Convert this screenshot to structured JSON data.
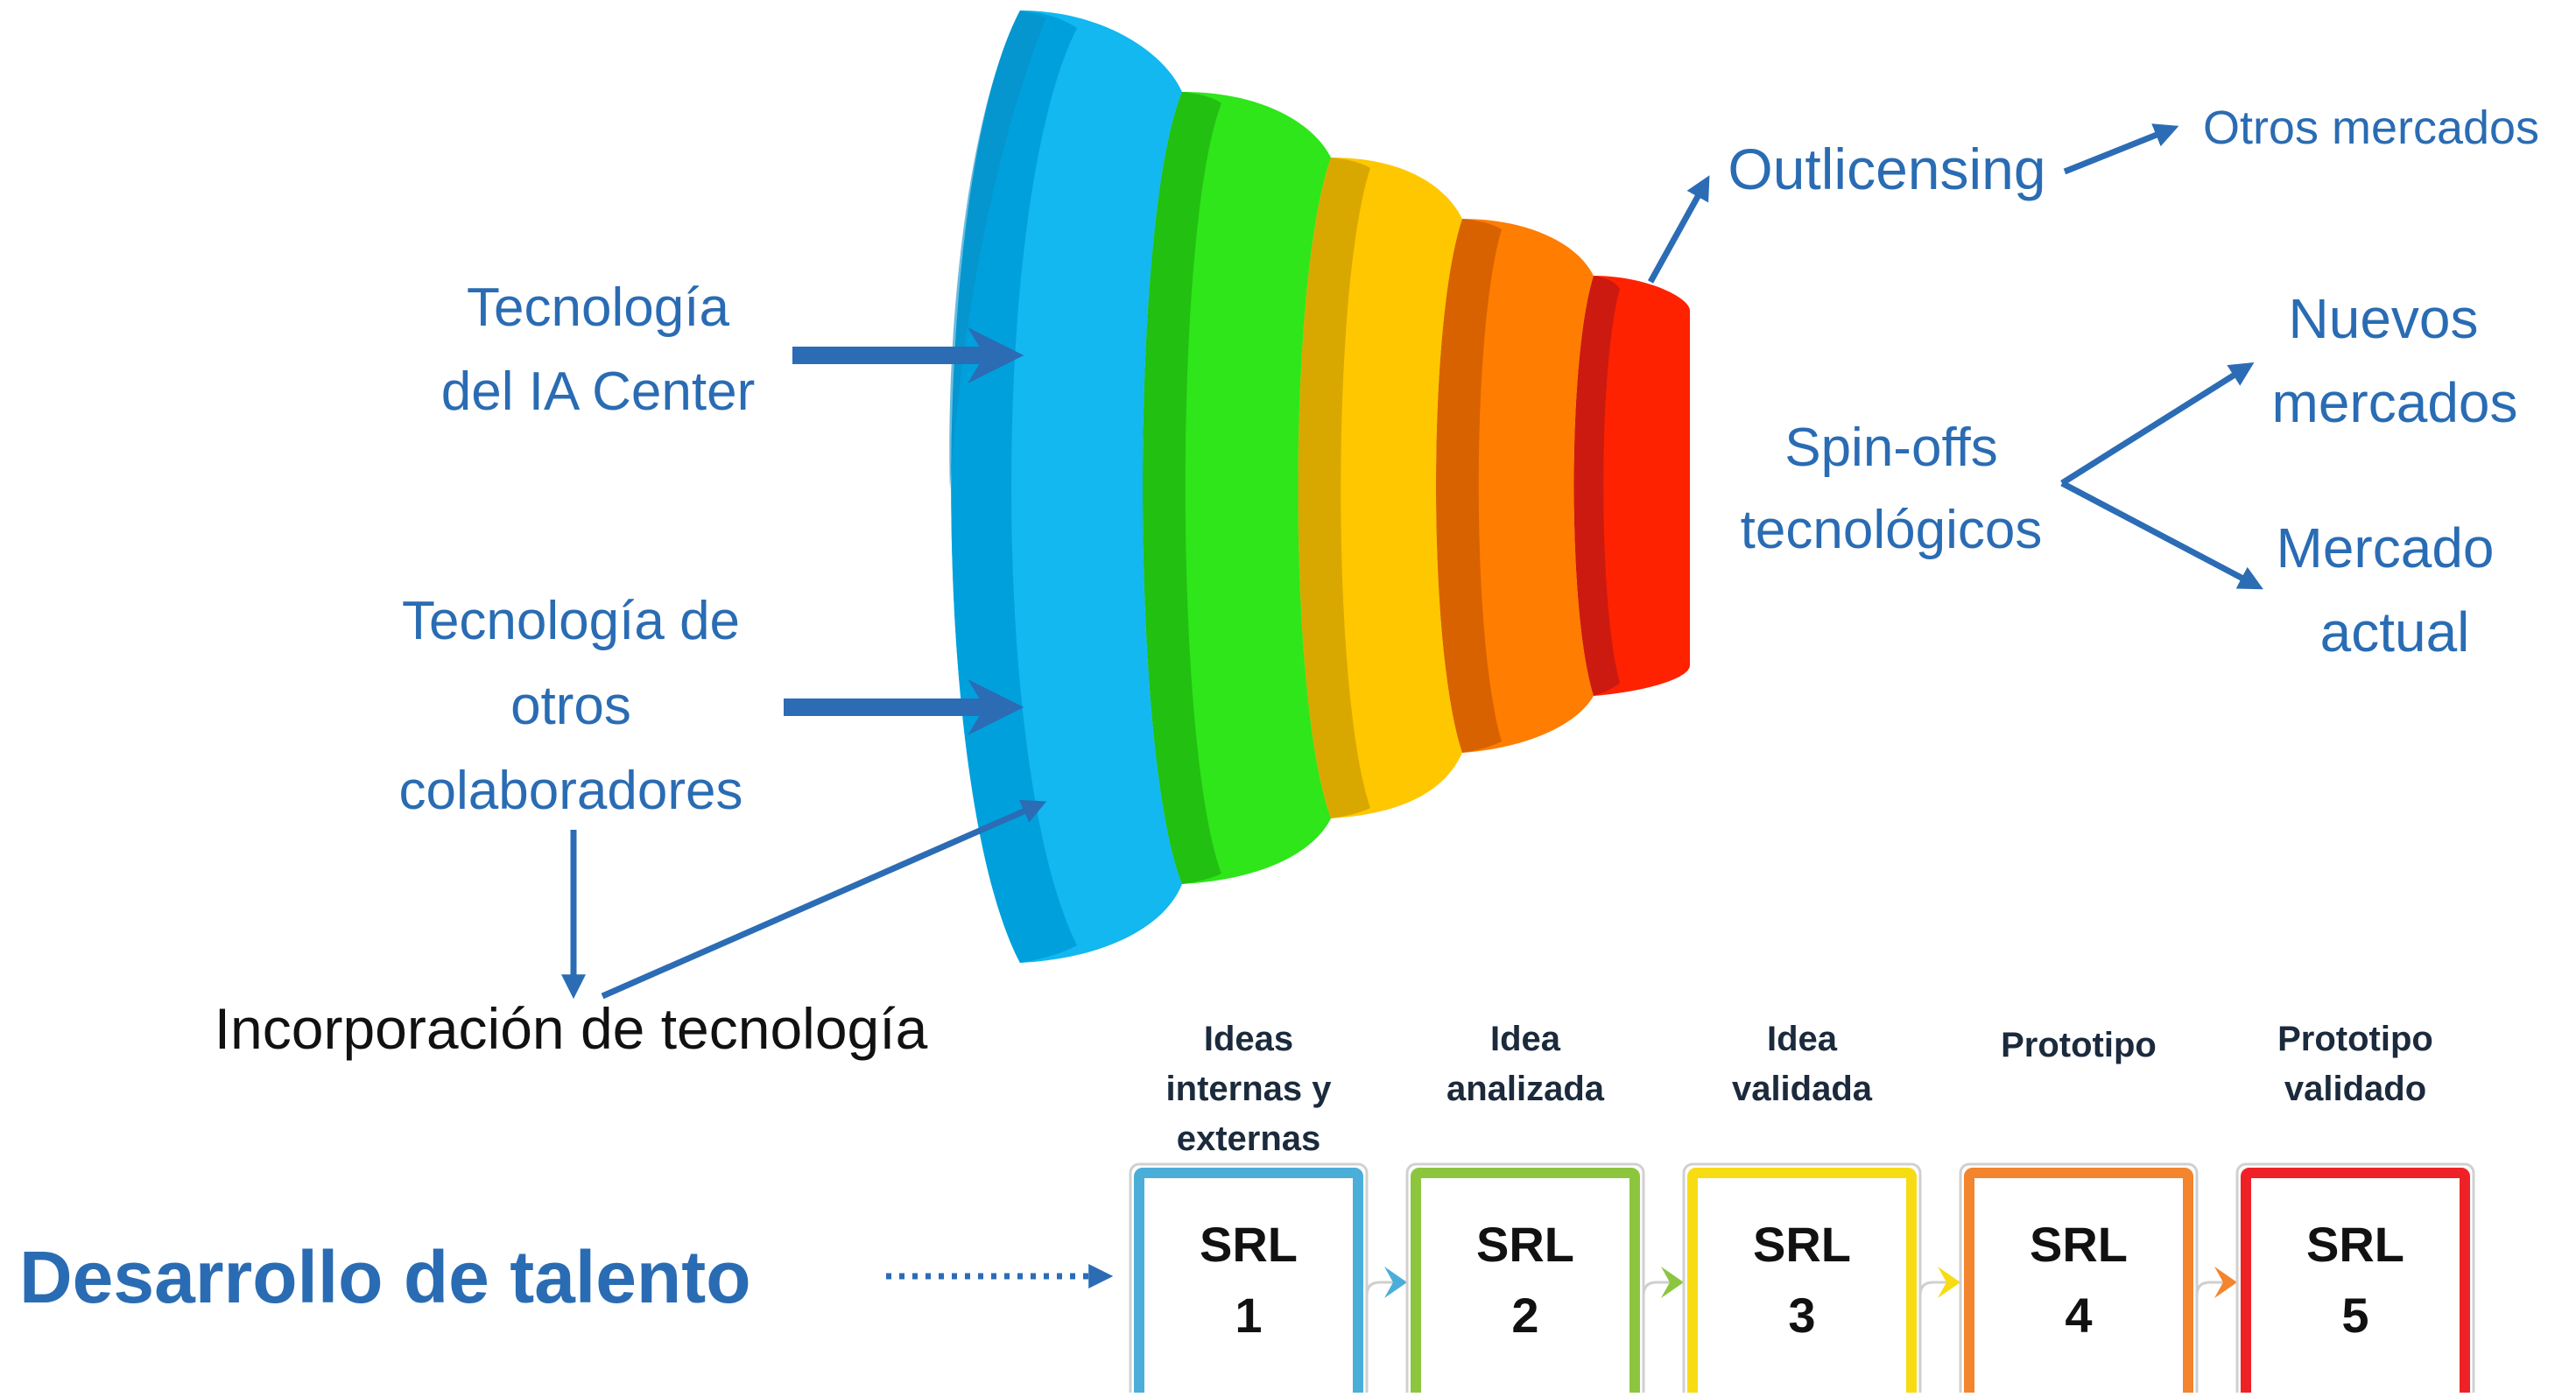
{
  "inputs": {
    "ia_center_line1": "Tecnología",
    "ia_center_line2": "del IA Center",
    "collab_line1": "Tecnología de",
    "collab_line2": "otros",
    "collab_line3": "colaboradores",
    "incorporation": "Incorporación de tecnología"
  },
  "outputs": {
    "outlicensing": "Outlicensing",
    "other_markets": "Otros mercados",
    "spinoffs_line1": "Spin-offs",
    "spinoffs_line2": "tecnológicos",
    "new_markets_line1": "Nuevos",
    "new_markets_line2": "mercados",
    "current_market_line1": "Mercado",
    "current_market_line2": "actual"
  },
  "talent": {
    "label": "Desarrollo de talento"
  },
  "srl": [
    {
      "caption": [
        "Ideas",
        "internas y",
        "externas"
      ],
      "code": "SRL",
      "level": "1",
      "color": "#4aaed9"
    },
    {
      "caption": [
        "Idea",
        "analizada"
      ],
      "code": "SRL",
      "level": "2",
      "color": "#8cc63f"
    },
    {
      "caption": [
        "Idea",
        "validada"
      ],
      "code": "SRL",
      "level": "3",
      "color": "#f7dc14"
    },
    {
      "caption": [
        "Prototipo"
      ],
      "code": "SRL",
      "level": "4",
      "color": "#f3852e"
    },
    {
      "caption": [
        "Prototipo",
        "validado"
      ],
      "code": "SRL",
      "level": "5",
      "color": "#ee2226"
    }
  ],
  "colors": {
    "text_blue": "#2a6cb3",
    "arrow_blue": "#2b6cb5",
    "funnel": [
      "#12b8ef",
      "#2ee61a",
      "#ffc700",
      "#ff7d00",
      "#ff2200"
    ]
  }
}
